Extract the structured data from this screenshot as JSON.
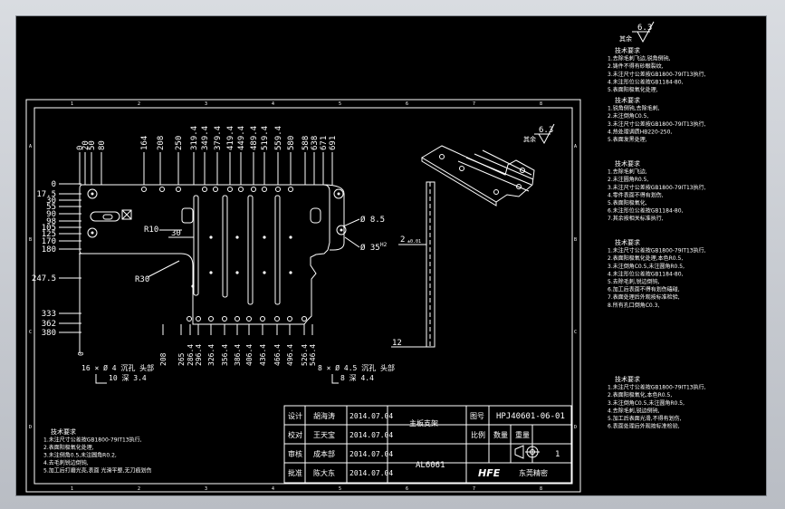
{
  "title_block": {
    "r1": [
      "设计",
      "胡海涛",
      "2014.07.04"
    ],
    "r2": [
      "校对",
      "王天宝",
      "2014.07.04"
    ],
    "r3": [
      "审核",
      "成本部",
      "2014.07.04"
    ],
    "r4": [
      "批准",
      "陈大东",
      "2014.07.04"
    ],
    "part_name": "主板支架",
    "drawing_label": "图号",
    "drawing_number": "HPJ40601-06-01",
    "col_scale": "比例",
    "col_qty": "数量",
    "col_weight": "重量",
    "sheet": "1",
    "material": "AL6061",
    "logo": "HFE",
    "company": "东莞精密"
  },
  "roughness": {
    "main": "6.3",
    "sub": "其余",
    "iso": "6.3",
    "iso_sub": "其余"
  },
  "top_dims": [
    "0",
    "20",
    "50",
    "80",
    "164",
    "208",
    "250",
    "319.4",
    "349.4",
    "379.4",
    "419.4",
    "449.4",
    "489.4",
    "519.4",
    "559.4",
    "580",
    "588",
    "638",
    "671",
    "691"
  ],
  "left_dims": [
    "0",
    "17.5",
    "30",
    "55",
    "90",
    "98",
    "105",
    "125",
    "170",
    "180",
    "247.5",
    "333",
    "362",
    "380"
  ],
  "bottom_dims": [
    "208",
    "265",
    "286.4",
    "296.4",
    "326.4",
    "356.4",
    "386.4",
    "406.4",
    "436.4",
    "466.4",
    "496.4",
    "526.4",
    "546.4"
  ],
  "callouts": {
    "r10": "R10",
    "d30": "30",
    "r30": "R30",
    "left_holes": "16 × Ø 4 沉孔 头部",
    "left_holes_sub": "10 深 3.4",
    "right_holes": "8 × Ø 4.5 沉孔 头部",
    "right_holes_sub": "8 深 4.4",
    "dia85": "Ø 8.5",
    "dia35": "Ø 35",
    "tol": "H2",
    "side_2": "2",
    "side_tol": "±0.01",
    "side_12": "12"
  },
  "notes_left": {
    "title": "技术要求",
    "lines": [
      "1.未注尺寸公差按GB1800-79IT13执行,",
      "2.表面阳极氧化处理,",
      "3.未注倒角0.5,未注圆角R0.2,",
      "4.去毛刺锐边倒钝,",
      "5.加工后打磨光亮,表面 光滑平整,无刀痕划伤"
    ]
  },
  "notes_right": [
    {
      "title": "技术要求",
      "lines": [
        "1.去除毛刺飞边,锐角倒钝,",
        "2.铸件不得有砂眼裂纹,",
        "3.未注尺寸公差按GB1800-79IT13执行,",
        "4.未注形位公差按GB1184-80,",
        "5.表面阳极氧化处理,"
      ]
    },
    {
      "title": "技术要求",
      "lines": [
        "1.锐角倒钝,去除毛刺,",
        "2.未注倒角C0.5,",
        "3.未注尺寸公差按GB1800-79IT13执行,",
        "4.热处理调质HB220-250,",
        "5.表面发黑处理,"
      ]
    },
    {
      "title": "技术要求",
      "lines": [
        "1.去除毛刺飞边,",
        "2.未注圆角R0.5,",
        "3.未注尺寸公差按GB1800-79IT13执行,",
        "4.零件表面不得有划伤,",
        "5.表面阳极氧化,",
        "6.未注形位公差按GB1184-80,",
        "7.其余按相关标准执行,"
      ]
    },
    {
      "title": "技术要求",
      "lines": [
        "1.未注尺寸公差按GB1800-79IT13执行,",
        "2.表面阳极氧化处理,本色R0.5,",
        "3.未注倒角C0.5,未注圆角R0.5,",
        "4.未注形位公差按GB1184-80,",
        "5.去除毛刺,锐边倒钝,",
        "6.加工后表面不得有划伤磕碰,",
        "7.表面处理后外观按标准检验,",
        "8.所有孔口倒角C0.3,"
      ]
    },
    {
      "title": "技术要求",
      "lines": [
        "1.未注尺寸公差按GB1800-79IT13执行,",
        "2.表面阳极氧化,本色R0.5,",
        "3.未注倒角C0.5,未注圆角R0.5,",
        "4.去除毛刺,锐边倒钝,",
        "5.加工后表面光滑,不得有划伤,",
        "6.表面处理后外观按标准检验,"
      ]
    }
  ],
  "frame_letters": [
    "A",
    "B",
    "C",
    "D"
  ],
  "frame_numbers": [
    "1",
    "2",
    "3",
    "4",
    "5",
    "6",
    "7",
    "8"
  ],
  "colors": {
    "background": "#000000",
    "lines": "#ffffff",
    "window": "#c8ccd2"
  }
}
